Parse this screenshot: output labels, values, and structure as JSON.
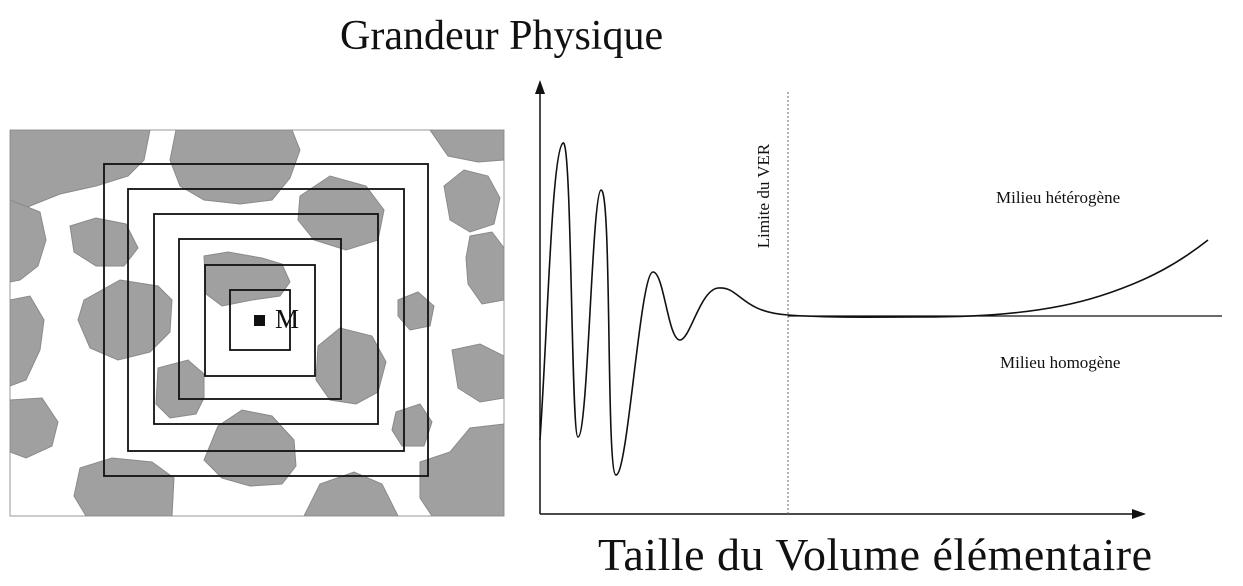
{
  "title_y": "Grandeur Physique",
  "title_x": "Taille du Volume élémentaire",
  "point_label": "M",
  "limit_label": "Limite du VER",
  "heterogeneous_label": "Milieu hétérogène",
  "homogeneous_label": "Milieu homogène",
  "colors": {
    "inclusion": "#a0a0a0",
    "inclusion_edge": "#8a8a8a",
    "line": "#111111"
  }
}
